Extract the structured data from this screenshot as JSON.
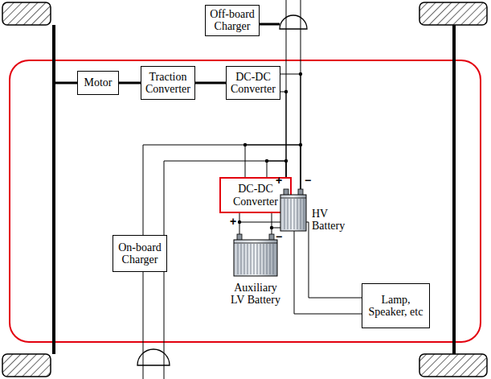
{
  "diagram": {
    "nodes": [
      {
        "text": [
          "Off-board Charger"
        ]
      },
      {
        "text": [
          "Motor"
        ]
      },
      {
        "text": [
          "Traction Converter"
        ]
      },
      {
        "text": [
          "DC-DC Converter"
        ]
      },
      {
        "text": [
          "DC-DC Converter"
        ]
      },
      {
        "text": [
          "HV Battery"
        ]
      },
      {
        "text": [
          "On-board Charger"
        ]
      },
      {
        "text": [
          "Auxiliary LV Battery"
        ]
      },
      {
        "text": [
          "Lamp, Speaker, etc"
        ]
      }
    ],
    "edges": [
      {
        "from": 0,
        "to": 5,
        "arrow": "none"
      },
      {
        "from": 1,
        "to": 2,
        "arrow": "none"
      },
      {
        "from": 2,
        "to": 3,
        "arrow": "none"
      },
      {
        "from": 3,
        "to": 5,
        "arrow": "none"
      },
      {
        "from": 5,
        "to": 4,
        "arrow": "none"
      },
      {
        "from": 5,
        "to": 6,
        "arrow": "none"
      },
      {
        "from": 4,
        "to": 7,
        "arrow": "none"
      },
      {
        "from": 7,
        "to": 8,
        "arrow": "none"
      }
    ],
    "labels": [
      "+",
      "−",
      "+",
      "−"
    ]
  }
}
